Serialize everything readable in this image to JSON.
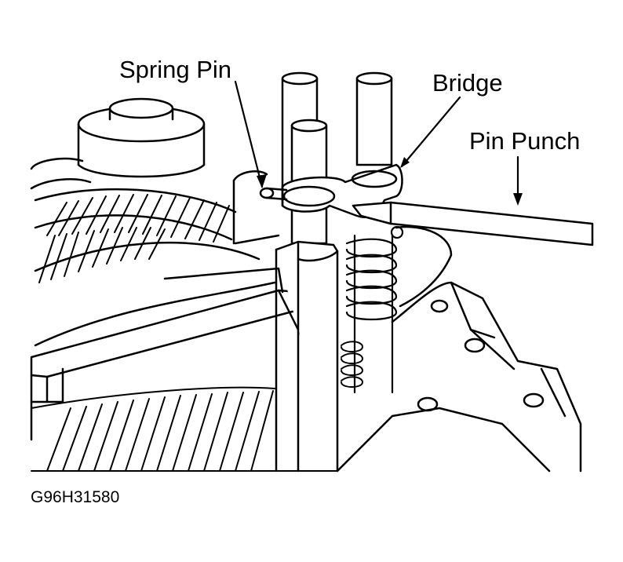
{
  "figure": {
    "callouts": {
      "spring_pin": "Spring Pin",
      "bridge": "Bridge",
      "pin_punch": "Pin Punch"
    },
    "figure_id": "G96H31580"
  },
  "colors": {
    "line": "#000000",
    "background": "#ffffff"
  }
}
